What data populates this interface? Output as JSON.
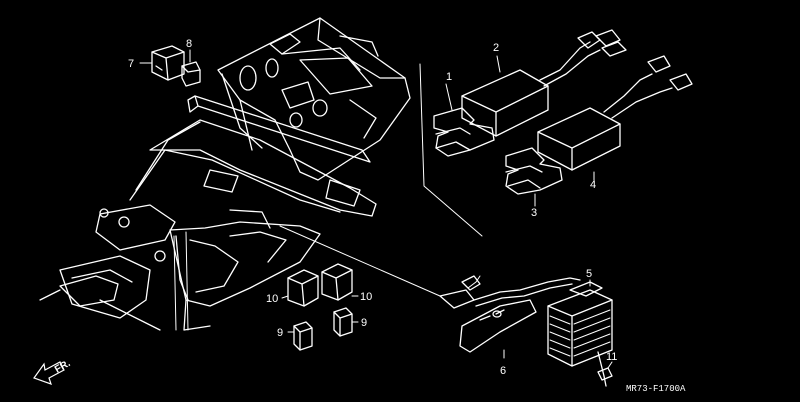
{
  "callouts": [
    {
      "id": "1",
      "label": "1"
    },
    {
      "id": "2",
      "label": "2"
    },
    {
      "id": "3",
      "label": "3"
    },
    {
      "id": "4",
      "label": "4"
    },
    {
      "id": "5",
      "label": "5"
    },
    {
      "id": "6",
      "label": "6"
    },
    {
      "id": "7",
      "label": "7"
    },
    {
      "id": "8",
      "label": "8"
    },
    {
      "id": "9a",
      "label": "9"
    },
    {
      "id": "9b",
      "label": "9"
    },
    {
      "id": "10a",
      "label": "10"
    },
    {
      "id": "10b",
      "label": "10"
    },
    {
      "id": "11",
      "label": "11"
    }
  ],
  "direction_label": "FR.",
  "diagram_code": "MR73-F1700A"
}
